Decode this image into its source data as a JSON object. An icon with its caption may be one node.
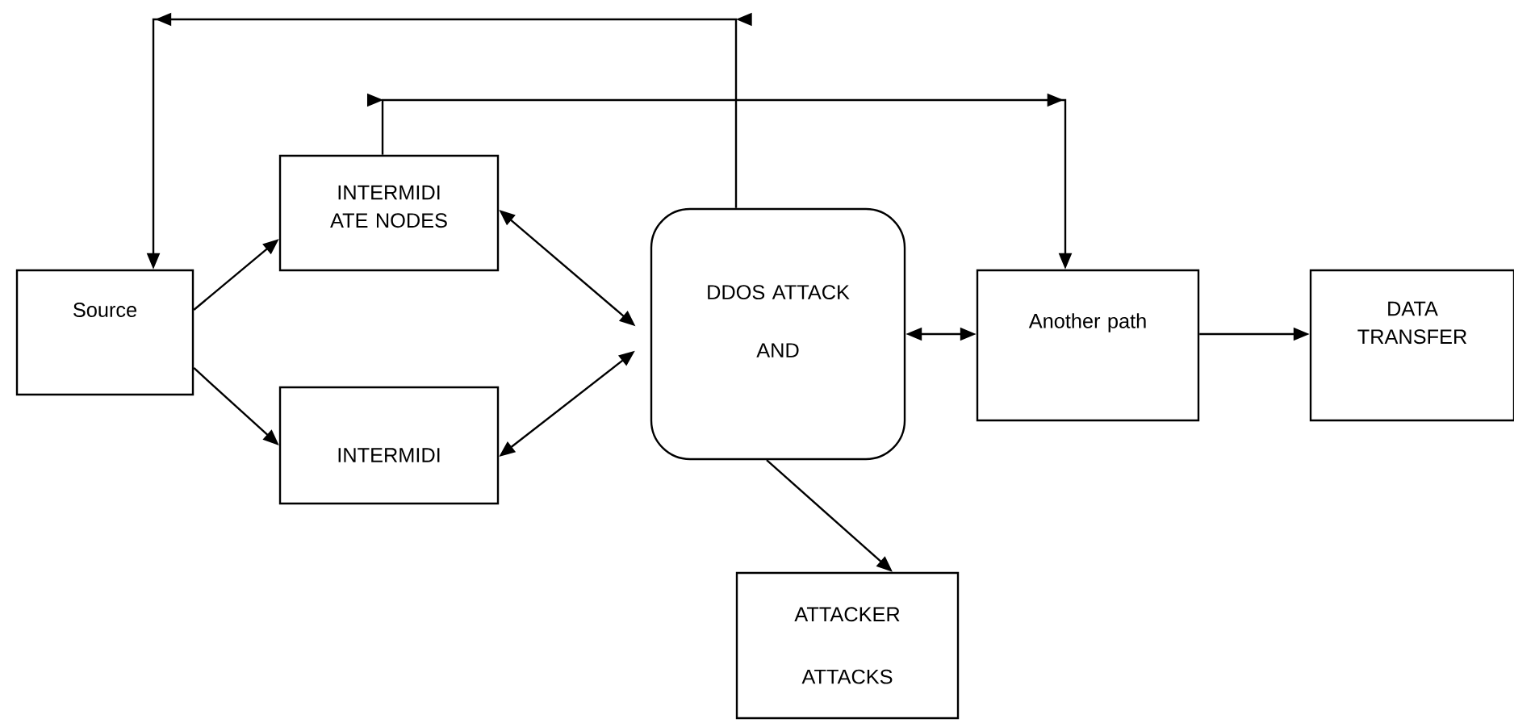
{
  "diagram": {
    "nodes": [
      {
        "text": [
          "Source"
        ]
      },
      {
        "text": [
          "INTERMIDI ATE NODES"
        ]
      },
      {
        "text": [
          "INTERMIDI"
        ]
      },
      {
        "text": [
          "DDOS ATTACK",
          "AND"
        ]
      },
      {
        "text": [
          "Another path"
        ]
      },
      {
        "text": [
          "DATA TRANSFER"
        ]
      },
      {
        "text": [
          "ATTACKER",
          "ATTACKS"
        ]
      }
    ],
    "edges": [
      {
        "from": 0,
        "to": 1,
        "arrow": "to"
      },
      {
        "from": 0,
        "to": 2,
        "arrow": "to"
      },
      {
        "from": 1,
        "to": 3,
        "arrow": "both"
      },
      {
        "from": 2,
        "to": 3,
        "arrow": "both"
      },
      {
        "from": 3,
        "to": 0,
        "arrow": "to"
      },
      {
        "from": 1,
        "to": 4,
        "arrow": "to"
      },
      {
        "from": 3,
        "to": 4,
        "arrow": "both"
      },
      {
        "from": 4,
        "to": 5,
        "arrow": "to"
      },
      {
        "from": 3,
        "to": 6,
        "arrow": "to"
      }
    ]
  }
}
